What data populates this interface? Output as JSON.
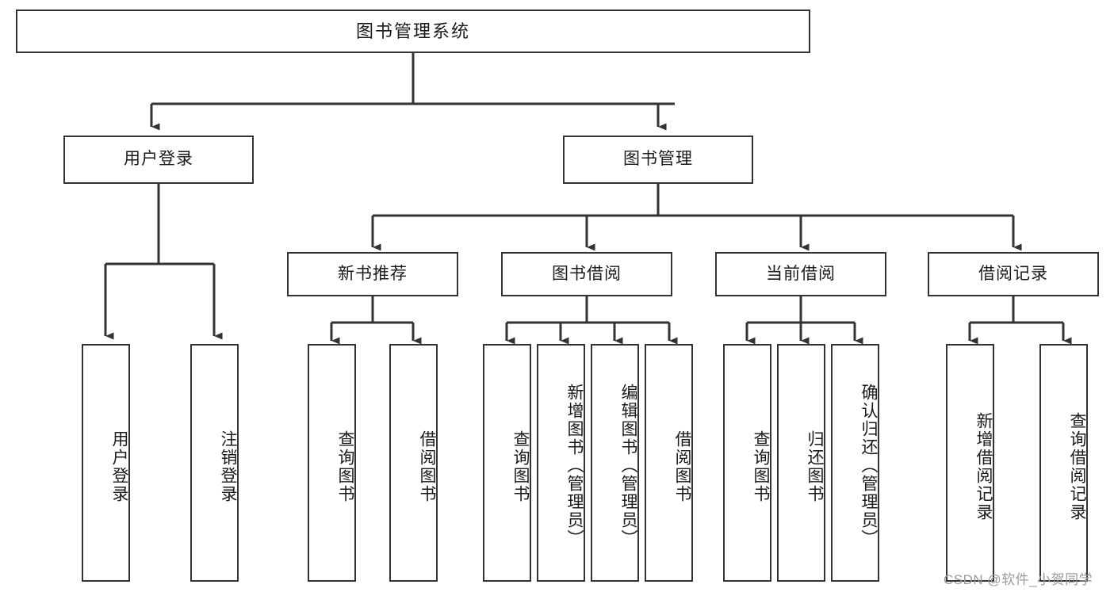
{
  "diagram": {
    "title": "图书管理系统",
    "type": "tree",
    "watermark": "CSDN @软件_小贺同学",
    "colors": {
      "stroke": "#333333",
      "fill": "#ffffff",
      "text": "#1a1a1a",
      "watermark": "#9a9a9a"
    },
    "nodes": {
      "root": {
        "label": "图书管理系统",
        "level": 0
      },
      "login": {
        "label": "用户登录",
        "level": 1
      },
      "book_manage": {
        "label": "图书管理",
        "level": 1
      },
      "new_book_rec": {
        "label": "新书推荐",
        "level": 2
      },
      "book_borrow": {
        "label": "图书借阅",
        "level": 2
      },
      "current_borrow": {
        "label": "当前借阅",
        "level": 2
      },
      "borrow_record": {
        "label": "借阅记录",
        "level": 2
      },
      "leaf_user_login": {
        "label": "用户登录",
        "level": 2
      },
      "leaf_logout_login": {
        "label": "注销登录",
        "level": 2
      },
      "leaf_query_book_1": {
        "label": "查询图书",
        "level": 3
      },
      "leaf_borrow_book_1": {
        "label": "借阅图书",
        "level": 3
      },
      "leaf_query_book_2": {
        "label": "查询图书",
        "level": 3
      },
      "leaf_add_book": {
        "label": "新增图书（管理员）",
        "level": 3
      },
      "leaf_edit_book": {
        "label": "编辑图书（管理员）",
        "level": 3
      },
      "leaf_borrow_book_2": {
        "label": "借阅图书",
        "level": 3
      },
      "leaf_query_book_3": {
        "label": "查询图书",
        "level": 3
      },
      "leaf_return_book": {
        "label": "归还图书",
        "level": 3
      },
      "leaf_confirm_return": {
        "label": "确认归还（管理员）",
        "level": 3
      },
      "leaf_add_record": {
        "label": "新增借阅记录",
        "level": 3
      },
      "leaf_query_record": {
        "label": "查询借阅记录",
        "level": 3
      }
    },
    "edges": [
      {
        "from": "root",
        "to": "login"
      },
      {
        "from": "root",
        "to": "book_manage"
      },
      {
        "from": "login",
        "to": "leaf_user_login"
      },
      {
        "from": "login",
        "to": "leaf_logout_login"
      },
      {
        "from": "book_manage",
        "to": "new_book_rec"
      },
      {
        "from": "book_manage",
        "to": "book_borrow"
      },
      {
        "from": "book_manage",
        "to": "current_borrow"
      },
      {
        "from": "book_manage",
        "to": "borrow_record"
      },
      {
        "from": "new_book_rec",
        "to": "leaf_query_book_1"
      },
      {
        "from": "new_book_rec",
        "to": "leaf_borrow_book_1"
      },
      {
        "from": "book_borrow",
        "to": "leaf_query_book_2"
      },
      {
        "from": "book_borrow",
        "to": "leaf_add_book"
      },
      {
        "from": "book_borrow",
        "to": "leaf_edit_book"
      },
      {
        "from": "book_borrow",
        "to": "leaf_borrow_book_2"
      },
      {
        "from": "current_borrow",
        "to": "leaf_query_book_3"
      },
      {
        "from": "current_borrow",
        "to": "leaf_return_book"
      },
      {
        "from": "current_borrow",
        "to": "leaf_confirm_return"
      },
      {
        "from": "borrow_record",
        "to": "leaf_add_record"
      },
      {
        "from": "borrow_record",
        "to": "leaf_query_record"
      }
    ]
  }
}
